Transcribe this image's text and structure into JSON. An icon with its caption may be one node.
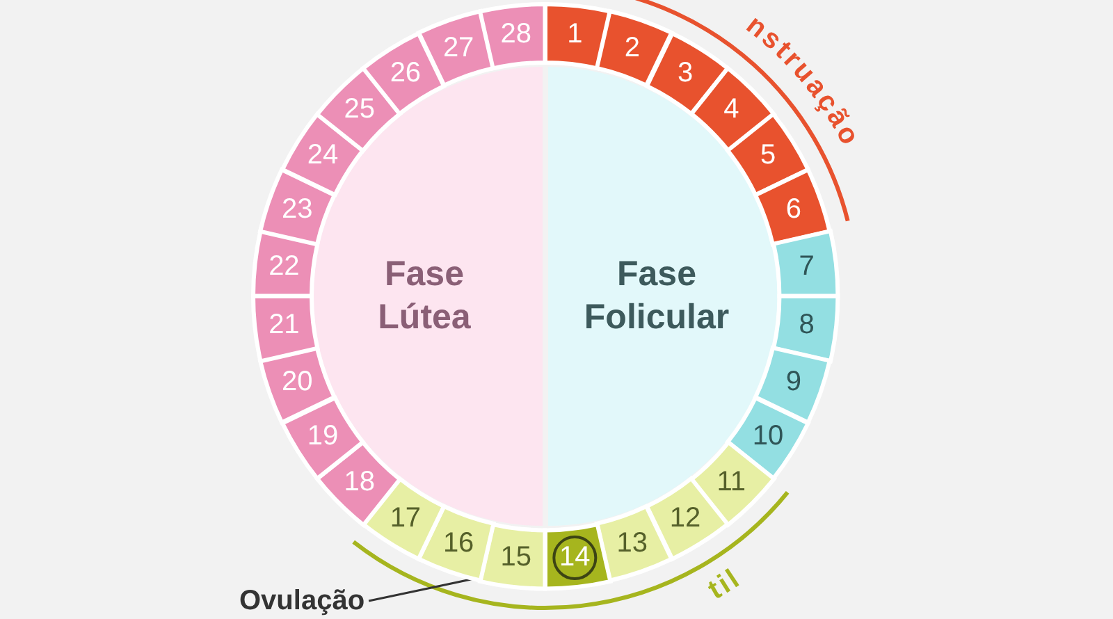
{
  "diagram": {
    "nodes": [
      {
        "text": [
          "Fase Lútea"
        ]
      },
      {
        "text": [
          "Fase Folicular"
        ]
      },
      {
        "text": [
          "1"
        ]
      },
      {
        "text": [
          "2"
        ]
      },
      {
        "text": [
          "3"
        ]
      },
      {
        "text": [
          "4"
        ]
      },
      {
        "text": [
          "5"
        ]
      },
      {
        "text": [
          "6"
        ]
      },
      {
        "text": [
          "7"
        ]
      },
      {
        "text": [
          "8"
        ]
      },
      {
        "text": [
          "9"
        ]
      },
      {
        "text": [
          "10"
        ]
      },
      {
        "text": [
          "11"
        ]
      },
      {
        "text": [
          "12"
        ]
      },
      {
        "text": [
          "13"
        ]
      },
      {
        "text": [
          "14"
        ]
      },
      {
        "text": [
          "15"
        ]
      },
      {
        "text": [
          "16"
        ]
      },
      {
        "text": [
          "17"
        ]
      },
      {
        "text": [
          "18"
        ]
      },
      {
        "text": [
          "19"
        ]
      },
      {
        "text": [
          "20"
        ]
      },
      {
        "text": [
          "21"
        ]
      },
      {
        "text": [
          "22"
        ]
      },
      {
        "text": [
          "23"
        ]
      },
      {
        "text": [
          "24"
        ]
      },
      {
        "text": [
          "25"
        ]
      },
      {
        "text": [
          "26"
        ]
      },
      {
        "text": [
          "27"
        ]
      },
      {
        "text": [
          "28"
        ]
      },
      {
        "text": [
          "Ovulação"
        ]
      }
    ],
    "edges": [
      {
        "from": 30,
        "to": 15,
        "arrow": "none"
      }
    ],
    "labels": [
      "nstruação",
      "til"
    ]
  }
}
